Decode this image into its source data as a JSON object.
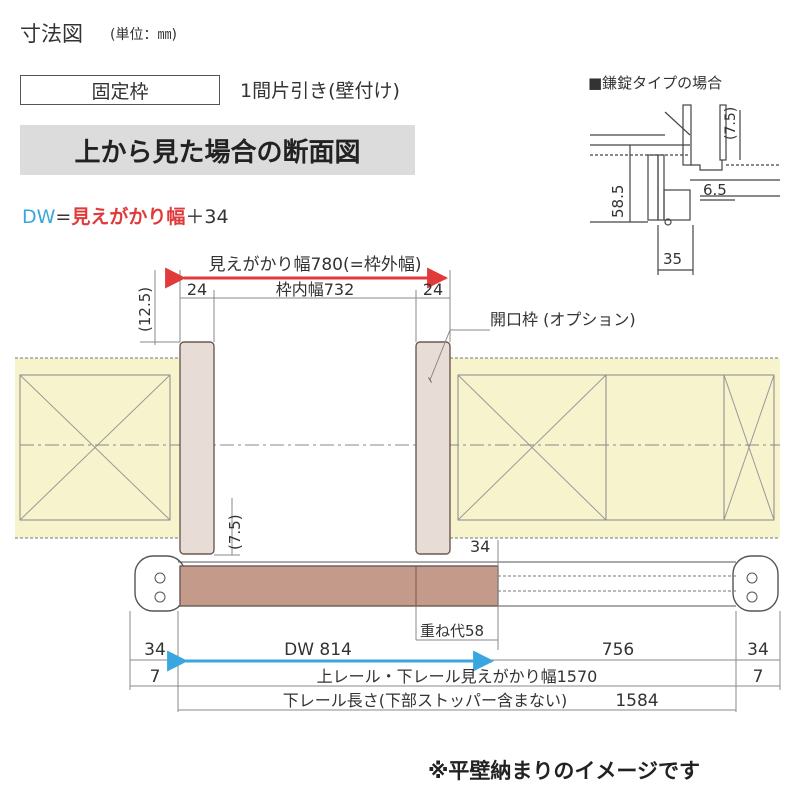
{
  "header": {
    "title": "寸法図",
    "unit": "(単位：㎜)",
    "frame_type": "固定枠",
    "door_type": "1間片引き(壁付け)",
    "section_title": "上から見た場合の断面図"
  },
  "formula": {
    "dw": "DW",
    "eq": "=",
    "mw": "見えがかり幅",
    "plus": "＋34"
  },
  "inset": {
    "title": "■鎌錠タイプの場合",
    "dims": {
      "d7_5": "(7.5)",
      "d58_5": "58.5",
      "d6_5": "6.5",
      "d35": "35"
    }
  },
  "dims": {
    "visible_width": "見えがかり幅780(=枠外幅)",
    "left_24": "24",
    "inner_width": "枠内幅732",
    "right_24": "24",
    "d12_5": "(12.5)",
    "opening_frame": "開口枠 (オプション)",
    "d7_5": "(7.5)",
    "d34_top": "34",
    "overlap": "重ね代58",
    "left_34": "34",
    "dw": "DW 814",
    "d756": "756",
    "right_34": "34",
    "left_7": "7",
    "rail_visible": "上レール・下レール見えがかり幅1570",
    "right_7": "7",
    "rail_length": "下レール長さ(下部ストッパー含まない)",
    "d1584": "1584"
  },
  "note": "※平壁納まりのイメージです",
  "colors": {
    "wall": "#f7f3cc",
    "frame": "#e8dcd6",
    "door": "#c49a8a",
    "red_arrow": "#e03a3a",
    "blue_arrow": "#3aa6e0"
  }
}
